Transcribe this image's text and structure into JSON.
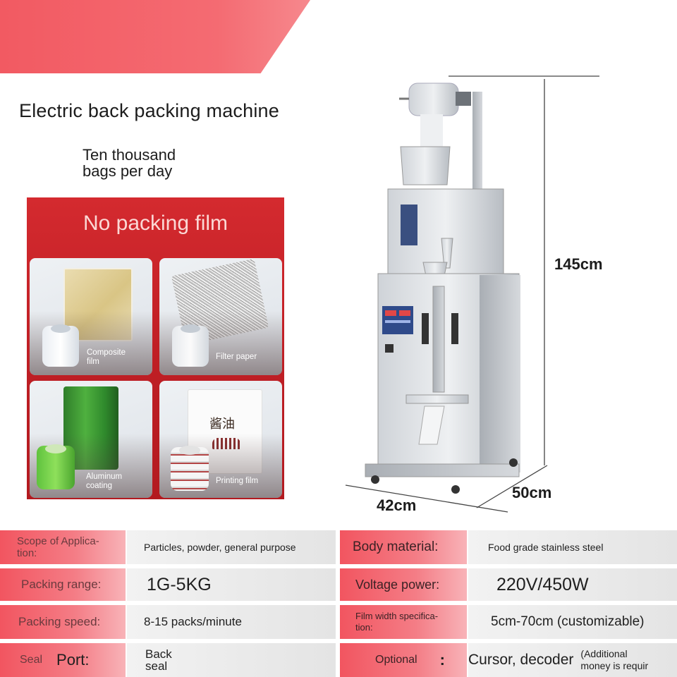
{
  "header": {
    "title": "Electric back packing machine",
    "capacity_line1": "Ten thousand",
    "capacity_line2": "bags per day"
  },
  "film_panel": {
    "title": "No packing film",
    "items": [
      {
        "label_line1": "Composite",
        "label_line2": "film"
      },
      {
        "label_line1": "Filter paper",
        "label_line2": ""
      },
      {
        "label_line1": "Aluminum",
        "label_line2": "coating"
      },
      {
        "label_line1": "Printing film",
        "label_line2": ""
      }
    ],
    "printing_film_bag_text": "酱油"
  },
  "machine": {
    "height": "145cm",
    "depth": "50cm",
    "width": "42cm"
  },
  "specs": {
    "row1": {
      "label_left": "Scope of Applica-",
      "label_left2": "tion:",
      "value_left": "Particles, powder, general purpose",
      "label_right": "Body material:",
      "value_right": "Food grade stainless steel"
    },
    "row2": {
      "label_left": "Packing range:",
      "value_left": "1G-5KG",
      "label_right": "Voltage power:",
      "value_right": "220V/450W"
    },
    "row3": {
      "label_left": "Packing speed:",
      "value_left": "8-15 packs/minute",
      "label_right": "Film width specifica-",
      "label_right2": "tion:",
      "value_right": "5cm-70cm (customizable)"
    },
    "row4": {
      "label_left_a": "Seal",
      "label_left_b": "Port:",
      "value_left_1": "Back",
      "value_left_2": "seal",
      "label_right": "Optional",
      "colon": ":",
      "value_right": "Cursor, decoder",
      "note_1": "(Additional",
      "note_2": "money is requir"
    }
  }
}
